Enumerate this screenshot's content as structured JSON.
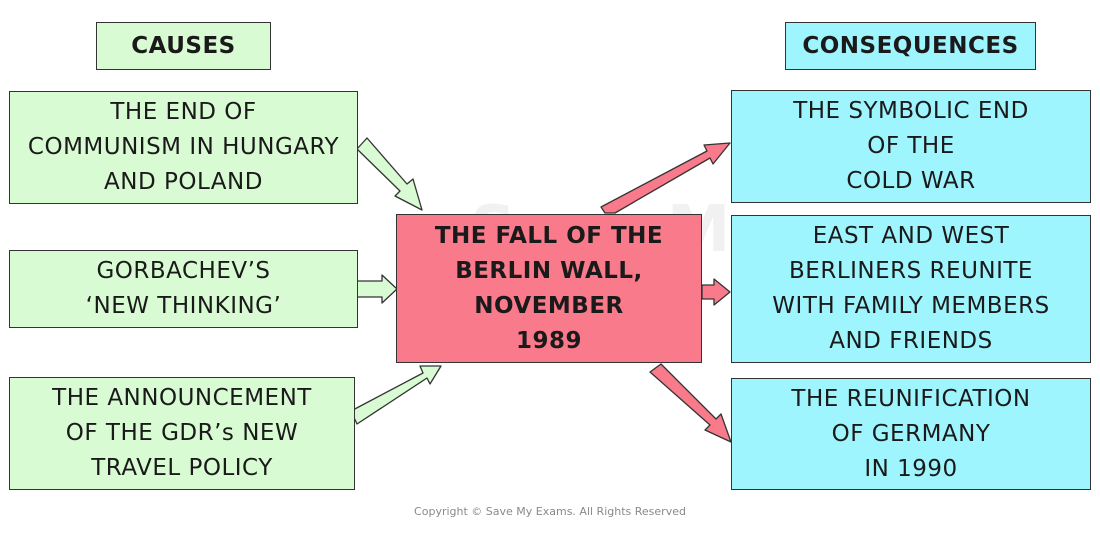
{
  "headers": {
    "causes": "CAUSES",
    "consequences": "CONSEQUENCES"
  },
  "causes": [
    "THE END OF\nCOMMUNISM IN HUNGARY\nAND POLAND",
    "GORBACHEV’S\n‘NEW THINKING’",
    "THE ANNOUNCEMENT\nOF THE GDR’s NEW\nTRAVEL POLICY"
  ],
  "center": "THE FALL OF THE\nBERLIN WALL,\nNOVEMBER\n1989",
  "consequences": [
    "THE SYMBOLIC END\nOF THE\nCOLD WAR",
    "EAST AND WEST\nBERLINERS REUNITE\nWITH FAMILY MEMBERS\nAND FRIENDS",
    "THE REUNIFICATION\nOF GERMANY\nIN 1990"
  ],
  "watermark": "Save My\nExams",
  "copyright": "Copyright © Save My Exams. All Rights Reserved",
  "colors": {
    "cause_fill": "#d9fbd3",
    "consequence_fill": "#9ff5fd",
    "center_fill": "#f97b8b",
    "cause_arrow": "#d9fbd3",
    "consequence_arrow": "#f97b8b"
  }
}
